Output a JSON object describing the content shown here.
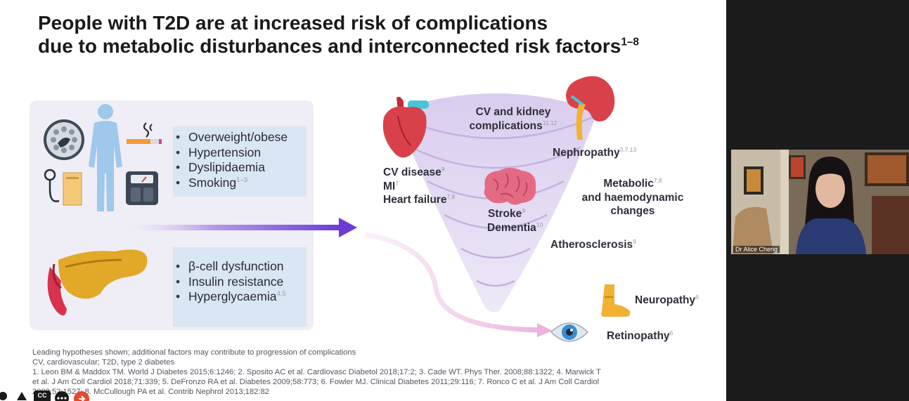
{
  "slide": {
    "title_line1": "People with T2D are at increased risk of complications",
    "title_line2": "due to metabolic disturbances and interconnected risk factors",
    "title_ref": "1–8",
    "risk_factors": [
      {
        "text": "Overweight/obese",
        "ref": ""
      },
      {
        "text": "Hypertension",
        "ref": ""
      },
      {
        "text": "Dyslipidaemia",
        "ref": ""
      },
      {
        "text": "Smoking",
        "ref": "1–3"
      }
    ],
    "pancreas_factors": [
      {
        "text": "β-cell dysfunction",
        "ref": ""
      },
      {
        "text": "Insulin resistance",
        "ref": ""
      },
      {
        "text": "Hyperglycaemia",
        "ref": "4,5"
      }
    ],
    "tornado_labels": {
      "cv_kidney_1": "CV and kidney",
      "cv_kidney_2": "complications",
      "cv_kidney_ref": "11,12",
      "nephropathy": "Nephropathy",
      "nephropathy_ref": "3,7,13",
      "cv_disease": "CV disease",
      "cv_disease_ref": "9",
      "mi": "MI",
      "mi_ref": "7",
      "heart_failure": "Heart failure",
      "heart_failure_ref": "7,8",
      "metabolic_1": "Metabolic",
      "metabolic_ref": "7,8",
      "metabolic_2": "and haemodynamic",
      "metabolic_3": "changes",
      "stroke": "Stroke",
      "stroke_ref": "9",
      "dementia": "Dementia",
      "dementia_ref": "10",
      "atherosclerosis": "Atherosclerosis",
      "atherosclerosis_ref": "9",
      "neuropathy": "Neuropathy",
      "neuropathy_ref": "6",
      "retinopathy": "Retinopathy",
      "retinopathy_ref": "6"
    },
    "footnotes": {
      "hypotheses": "Leading hypotheses shown; additional factors may contribute to progression of complications",
      "abbreviations": "CV, cardiovascular; T2D, type 2 diabetes",
      "ref_line1": "1. Leon BM & Maddox TM. World J Diabetes 2015;6:1246; 2. Sposito AC et al. Cardiovasc Diabetol 2018;17:2; 3. Cade WT. Phys Ther. 2008;88:1322; 4. Marwick T",
      "ref_line2": "et al. J Am Coll Cardiol 2018;71:339; 5. DeFronzo RA et al. Diabetes 2009;58:773; 6. Fowler MJ. Clinical Diabetes 2011;29:116; 7. Ronco C et al. J Am Coll Cardiol",
      "ref_line3": "2008;52:1527; 8. McCullough PA et al. Contrib Nephrol 2013;182:82"
    }
  },
  "video": {
    "participant_name": "Dr Alice Cheng"
  },
  "controls": {
    "captions_label": "CC"
  },
  "colors": {
    "arrow_purple": "#6a3bd6",
    "funnel": "#c7b8e4",
    "risk_box": "#d9e6f4",
    "panel": "#efedf5",
    "heart": "#d9414a",
    "brain": "#e46a83",
    "foot": "#f2b134",
    "eye": "#3c8bd0"
  }
}
